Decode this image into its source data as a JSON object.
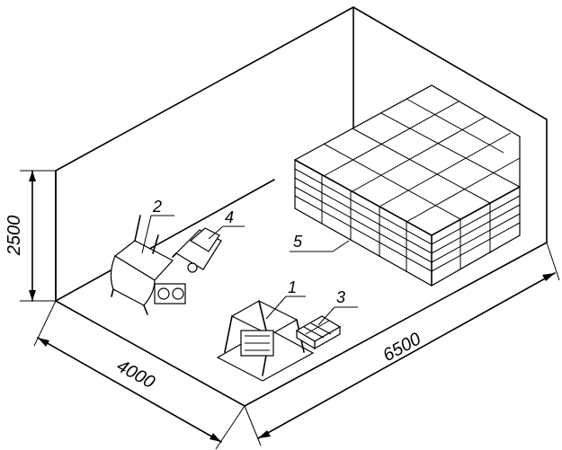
{
  "dimensions": {
    "height": "2500",
    "width": "4000",
    "length": "6500"
  },
  "callouts": [
    {
      "id": "block-machine",
      "number": "1"
    },
    {
      "id": "mixer",
      "number": "2"
    },
    {
      "id": "pallet",
      "number": "3"
    },
    {
      "id": "wheelbarrow",
      "number": "4"
    },
    {
      "id": "finished-blocks",
      "number": "5"
    }
  ]
}
